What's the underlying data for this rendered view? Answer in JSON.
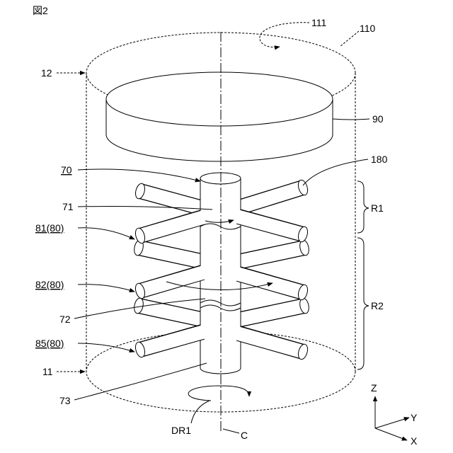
{
  "figure_label": "図2",
  "labels": {
    "rotation_region": "111",
    "container_outline": "110",
    "container_top": "12",
    "disk": "90",
    "bar_reference": "180",
    "shaft_unit": "70",
    "shaft_upper": "71",
    "region_1": "R1",
    "bars_81": "81(80)",
    "bars_82": "82(80)",
    "shaft_middle": "72",
    "region_2": "R2",
    "bars_85": "85(80)",
    "container_bottom": "11",
    "shaft_lower": "73",
    "rotation_direction": "DR1",
    "center_axis": "C"
  },
  "axes": {
    "z": "Z",
    "y": "Y",
    "x": "X"
  }
}
